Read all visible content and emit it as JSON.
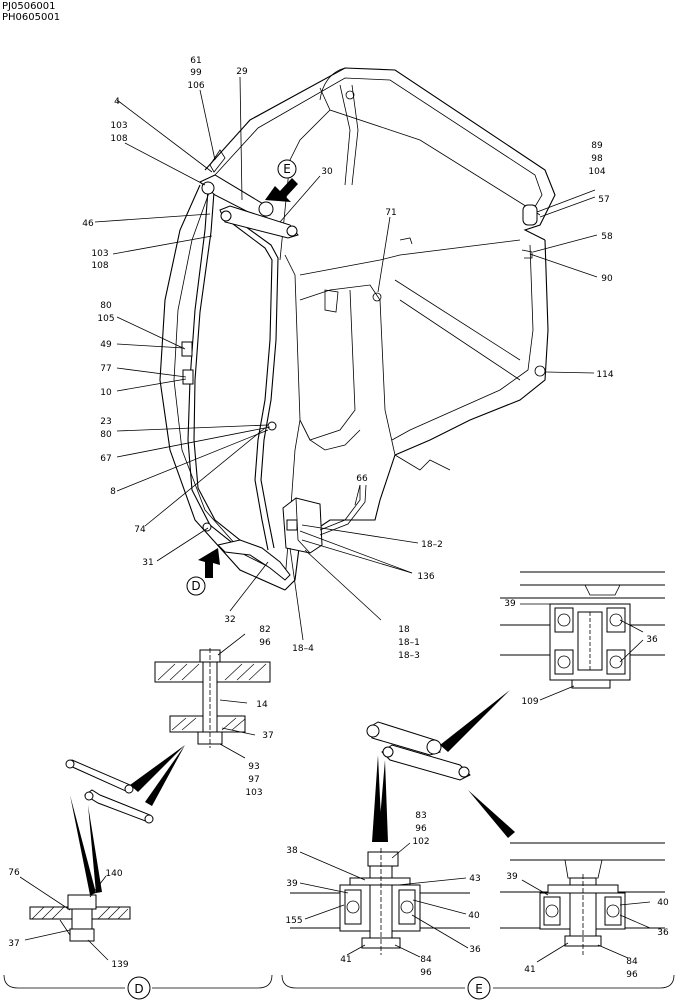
{
  "header": {
    "code1": "PJ0506001",
    "code2": "PH0605001"
  },
  "callouts": {
    "c61": "61",
    "c99": "99",
    "c106": "106",
    "c29": "29",
    "c4": "4",
    "c103a": "103",
    "c108a": "108",
    "c30": "30",
    "c46": "46",
    "c103b": "103",
    "c108b": "108",
    "c71": "71",
    "c89": "89",
    "c98": "98",
    "c104": "104",
    "c57": "57",
    "c58": "58",
    "c90": "90",
    "c80a": "80",
    "c105": "105",
    "c49": "49",
    "c77": "77",
    "c10": "10",
    "c114": "114",
    "c23": "23",
    "c80b": "80",
    "c67": "67",
    "c8": "8",
    "c66": "66",
    "c74": "74",
    "c18_2": "18–2",
    "c136": "136",
    "c31": "31",
    "c32": "32",
    "c18_4": "18–4",
    "c18": "18",
    "c18_1": "18–1",
    "c18_3": "18–3",
    "c39a": "39",
    "c36a": "36",
    "c109": "109",
    "c82": "82",
    "c96a": "96",
    "c14": "14",
    "c37a": "37",
    "c93": "93",
    "c97": "97",
    "c103c": "103",
    "c83": "83",
    "c96b": "96",
    "c102": "102",
    "c38": "38",
    "c43": "43",
    "c39b": "39",
    "c40a": "40",
    "c155": "155",
    "c36b": "36",
    "c41a": "41",
    "c84a": "84",
    "c96c": "96",
    "c39c": "39",
    "c40b": "40",
    "c36c": "36",
    "c41b": "41",
    "c84b": "84",
    "c96d": "96",
    "c76": "76",
    "c140": "140",
    "c37b": "37",
    "c139": "139"
  },
  "view_markers": {
    "d_main": "D",
    "e_main": "E",
    "d_bottom": "D",
    "e_bottom": "E"
  }
}
